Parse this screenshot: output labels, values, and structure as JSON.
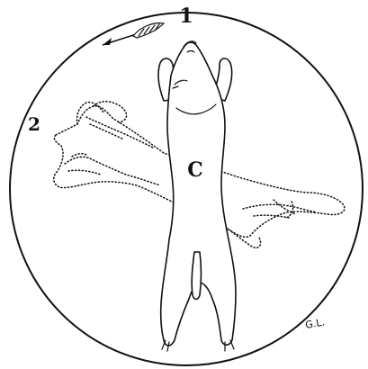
{
  "labels": {
    "position_1": "1",
    "position_2": "2",
    "animal_letter": "C",
    "signature": "G.L."
  },
  "icons": {
    "direction_arrow": "arrow-icon"
  },
  "colors": {
    "ink": "#111111",
    "background": "#ffffff"
  }
}
